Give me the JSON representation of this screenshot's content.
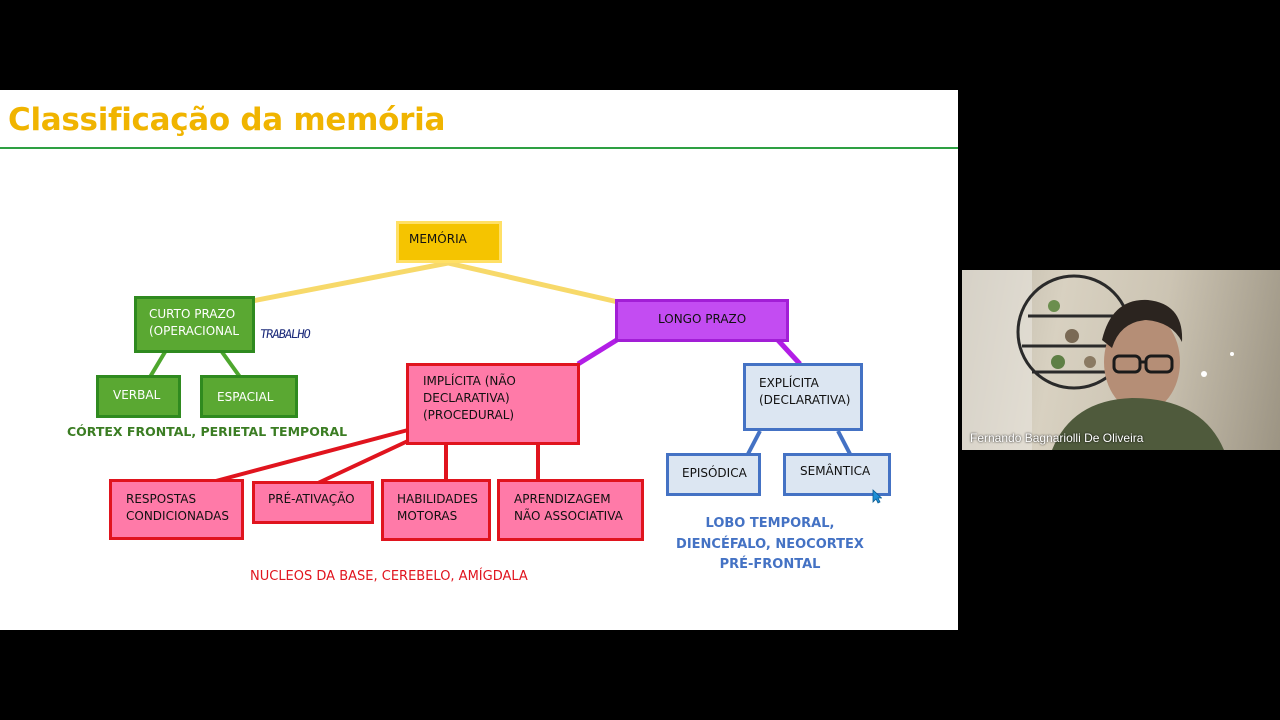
{
  "slide": {
    "title": "Classificação da memória",
    "nodes": {
      "memoria": "MEMÓRIA",
      "curto_prazo": [
        "CURTO PRAZO",
        "(OPERACIONAL"
      ],
      "longo_prazo": "LONGO PRAZO",
      "verbal": "VERBAL",
      "espacial": "ESPACIAL",
      "implicita": [
        "IMPLÍCITA (NÃO",
        "DECLARATIVA)",
        "(PROCEDURAL)"
      ],
      "explicita": [
        "EXPLÍCITA",
        "(DECLARATIVA)"
      ],
      "respostas": [
        "RESPOSTAS",
        "CONDICIONADAS"
      ],
      "pre_ativacao": "PRÉ-ATIVAÇÃO",
      "habilidades": [
        "HABILIDADES",
        "MOTORAS"
      ],
      "aprendizagem": [
        "APRENDIZAGEM",
        "NÃO ASSOCIATIVA"
      ],
      "episodica": "EPISÓDICA",
      "semantica": "SEMÂNTICA"
    },
    "handwritten_note": "TRABALHO",
    "notes": {
      "cortex": "CÓRTEX FRONTAL, PERIETAL TEMPORAL",
      "nucleos": "NUCLEOS DA BASE, CEREBELO, AMÍGDALA",
      "lobo": [
        "LOBO TEMPORAL,",
        "DIENCÉFALO, NEOCORTEX",
        "PRÉ-FRONTAL"
      ]
    },
    "colors": {
      "title": "#f0b400",
      "memoria": "#f5c400",
      "curto": "#4ea72e",
      "longo": "#c34cf2",
      "implicita": "#ff7aa8",
      "explicita": "#dce6f2",
      "red": "#e0141e",
      "blue": "#4472c4",
      "green_text": "#3b7d23"
    }
  },
  "video": {
    "participant_name": "Fernando Bagnariolli De Oliveira"
  }
}
